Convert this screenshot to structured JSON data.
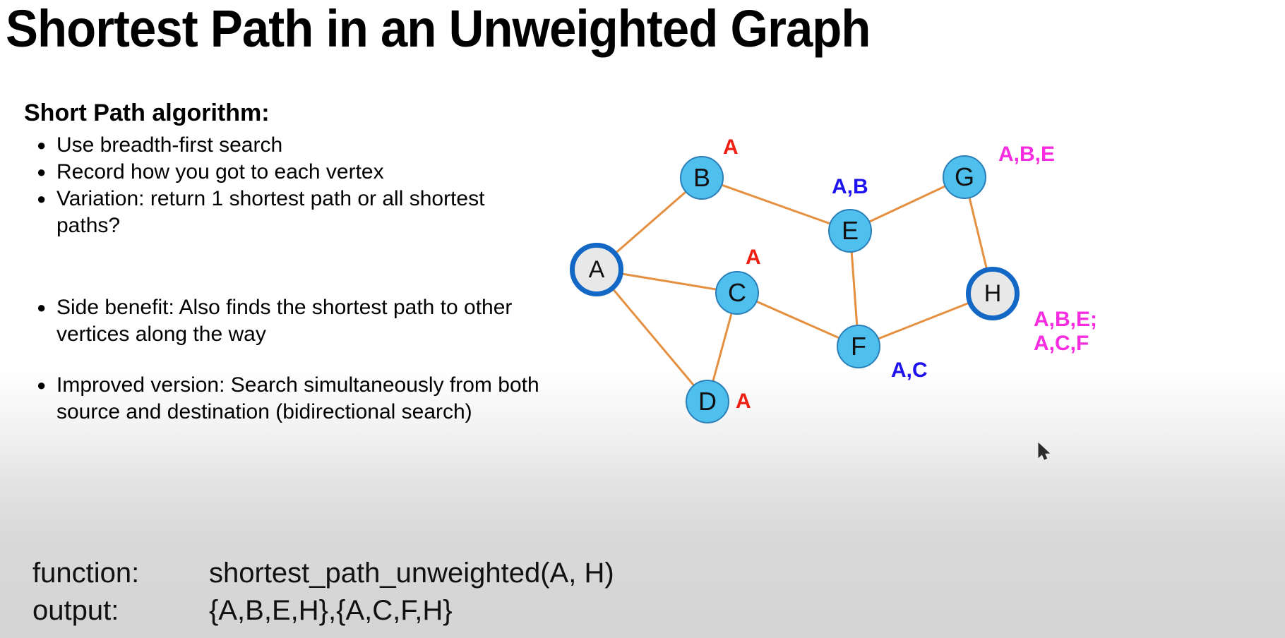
{
  "slide": {
    "title": "Shortest Path in an Unweighted Graph",
    "subhead": "Short Path algorithm:",
    "bullet_symbol": "●",
    "bullets_group1": [
      "Use breadth-first search",
      "Record how you got to each vertex",
      "Variation: return 1 shortest path or all shortest paths?"
    ],
    "bullets_group2": [
      "Side benefit: Also finds the shortest path to other vertices along the way"
    ],
    "bullets_group3": [
      "Improved version: Search simultaneously from both source and destination (bidirectional search)"
    ],
    "code": {
      "function_key": "function:",
      "function_value": "shortest_path_unweighted(A, H)",
      "output_key": "output:",
      "output_value": "{A,B,E,H},{A,C,F,H}"
    }
  },
  "graph": {
    "nodes": [
      {
        "id": "A",
        "label": "A",
        "kind": "endpoint"
      },
      {
        "id": "B",
        "label": "B",
        "kind": "plain"
      },
      {
        "id": "C",
        "label": "C",
        "kind": "plain"
      },
      {
        "id": "D",
        "label": "D",
        "kind": "plain"
      },
      {
        "id": "E",
        "label": "E",
        "kind": "plain"
      },
      {
        "id": "F",
        "label": "F",
        "kind": "plain"
      },
      {
        "id": "G",
        "label": "G",
        "kind": "plain"
      },
      {
        "id": "H",
        "label": "H",
        "kind": "endpoint"
      }
    ],
    "edges": [
      [
        "A",
        "B"
      ],
      [
        "A",
        "C"
      ],
      [
        "A",
        "D"
      ],
      [
        "B",
        "E"
      ],
      [
        "C",
        "D"
      ],
      [
        "C",
        "F"
      ],
      [
        "E",
        "G"
      ],
      [
        "E",
        "F"
      ],
      [
        "G",
        "H"
      ],
      [
        "F",
        "H"
      ]
    ],
    "annotations": [
      {
        "for": "B",
        "text": "A",
        "color": "red"
      },
      {
        "for": "C",
        "text": "A",
        "color": "red"
      },
      {
        "for": "D",
        "text": "A",
        "color": "red"
      },
      {
        "for": "E",
        "text": "A,B",
        "color": "blue"
      },
      {
        "for": "F",
        "text": "A,C",
        "color": "blue"
      },
      {
        "for": "G",
        "text": "A,B,E",
        "color": "magenta"
      },
      {
        "for": "H",
        "text": "A,B,E;",
        "color": "magenta"
      },
      {
        "for": "H2",
        "text": "A,C,F",
        "color": "magenta"
      }
    ],
    "edge_color": "#e59040",
    "node_fill": "#4FC0EE",
    "endpoint_fill": "#e8e8e8",
    "endpoint_ring": "#1268c4"
  },
  "cursor": {
    "icon": "mouse-pointer"
  }
}
